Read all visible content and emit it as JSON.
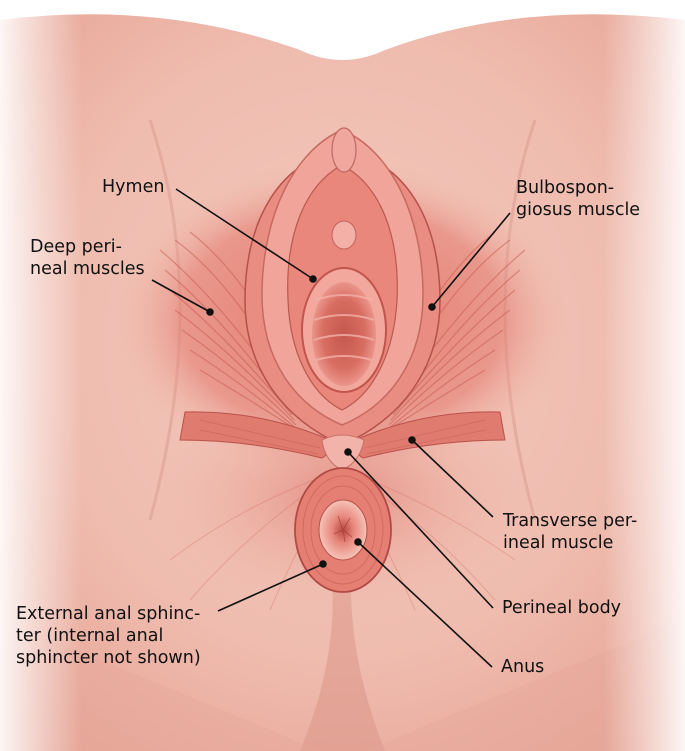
{
  "labels": {
    "hymen": [
      "Hymen"
    ],
    "bulbospongiosus": [
      "Bulbospon-",
      "giosus muscle"
    ],
    "deep_perineal": [
      "Deep peri-",
      "neal muscles"
    ],
    "transverse_perineal": [
      "Transverse per-",
      "ineal muscle"
    ],
    "perineal_body": [
      "Perineal body"
    ],
    "external_anal_sphincter": [
      "External anal sphinc-",
      "ter (internal anal",
      "sphincter not shown)"
    ],
    "anus": [
      "Anus"
    ]
  },
  "colors": {
    "skin": "#f2c2b6",
    "skin_shadow": "#d98f82",
    "muscle": "#d9685e",
    "muscle_light": "#ec9a8f",
    "mucosa": "#e8867c",
    "line": "#111111"
  }
}
